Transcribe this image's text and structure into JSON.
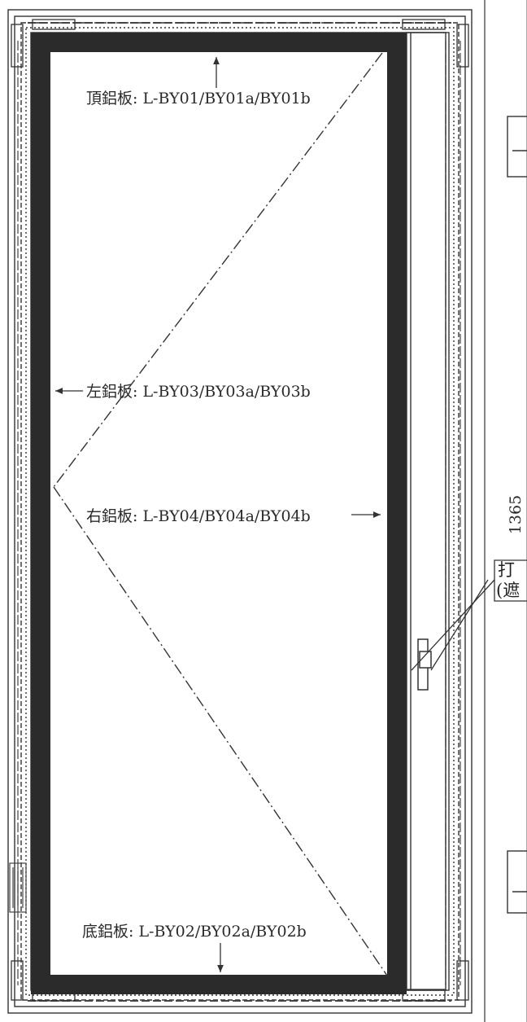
{
  "drawing": {
    "labels": {
      "top": "頂鋁板: L-BY01/BY01a/BY01b",
      "left": "左鋁板: L-BY03/BY03a/BY03b",
      "right": "右鋁板: L-BY04/BY04a/BY04b",
      "bottom": "底鋁板: L-BY02/BY02a/BY02b"
    },
    "dimension": "1365",
    "callout": {
      "line1": "打",
      "line2": "(遮"
    },
    "colors": {
      "panel_border": "#2b2b2b",
      "line": "#333333",
      "background": "#ffffff"
    }
  }
}
